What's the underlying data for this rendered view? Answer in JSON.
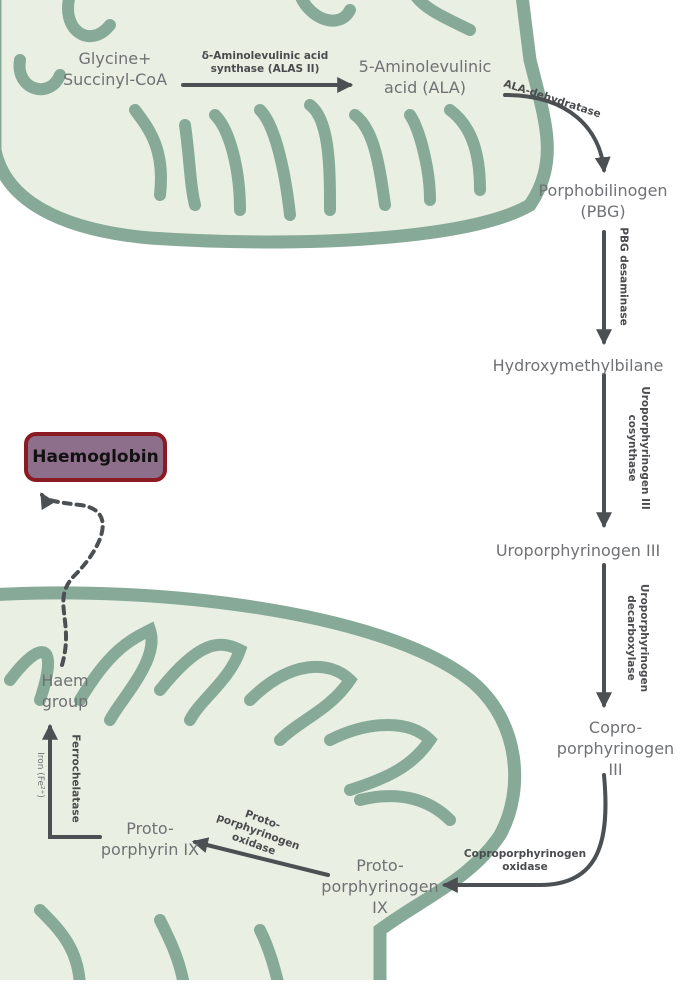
{
  "pathway": {
    "metabolites": {
      "glycine": "Glycine+\nSuccinyl-CoA",
      "ala": "5-Aminolevulinic\nacid (ALA)",
      "pbg": "Porphobilinogen\n(PBG)",
      "hmb": "Hydroxymethylbilane",
      "uro": "Uroporphyrinogen III",
      "copro": "Copro-\nporphyrinogen III",
      "protogen": "Proto-\nporphyrinogen\nIX",
      "protoporphyrin": "Proto-\nporphyrin IX",
      "haem": "Haem\ngroup"
    },
    "enzymes": {
      "alas": "δ-Aminolevulinic acid\nsynthase (ALAS II)",
      "ala_dehydratase": "ALA-dehydratase",
      "pbg_desaminase": "PBG desaminase",
      "uro_cosynthase": "Uroporphyrinogen III\ncosynthase",
      "uro_decarboxylase": "Uroporphyrinogen\ndecarboxylase",
      "copro_oxidase": "Coproporphyrinogen\noxidase",
      "proto_oxidase": "Proto-\nporphyrinogen\noxidase",
      "ferrochelatase": "Ferrochelatase"
    },
    "cofactor": "Iron (Fe²⁺)",
    "product": "Haemoglobin"
  },
  "colors": {
    "membrane": "#87aa98",
    "matrix": "#e9f0e3",
    "arrow": "#4d5053",
    "label": "#6f7174",
    "product_fill": "#8d6f8c",
    "product_border": "#8a1b22"
  }
}
